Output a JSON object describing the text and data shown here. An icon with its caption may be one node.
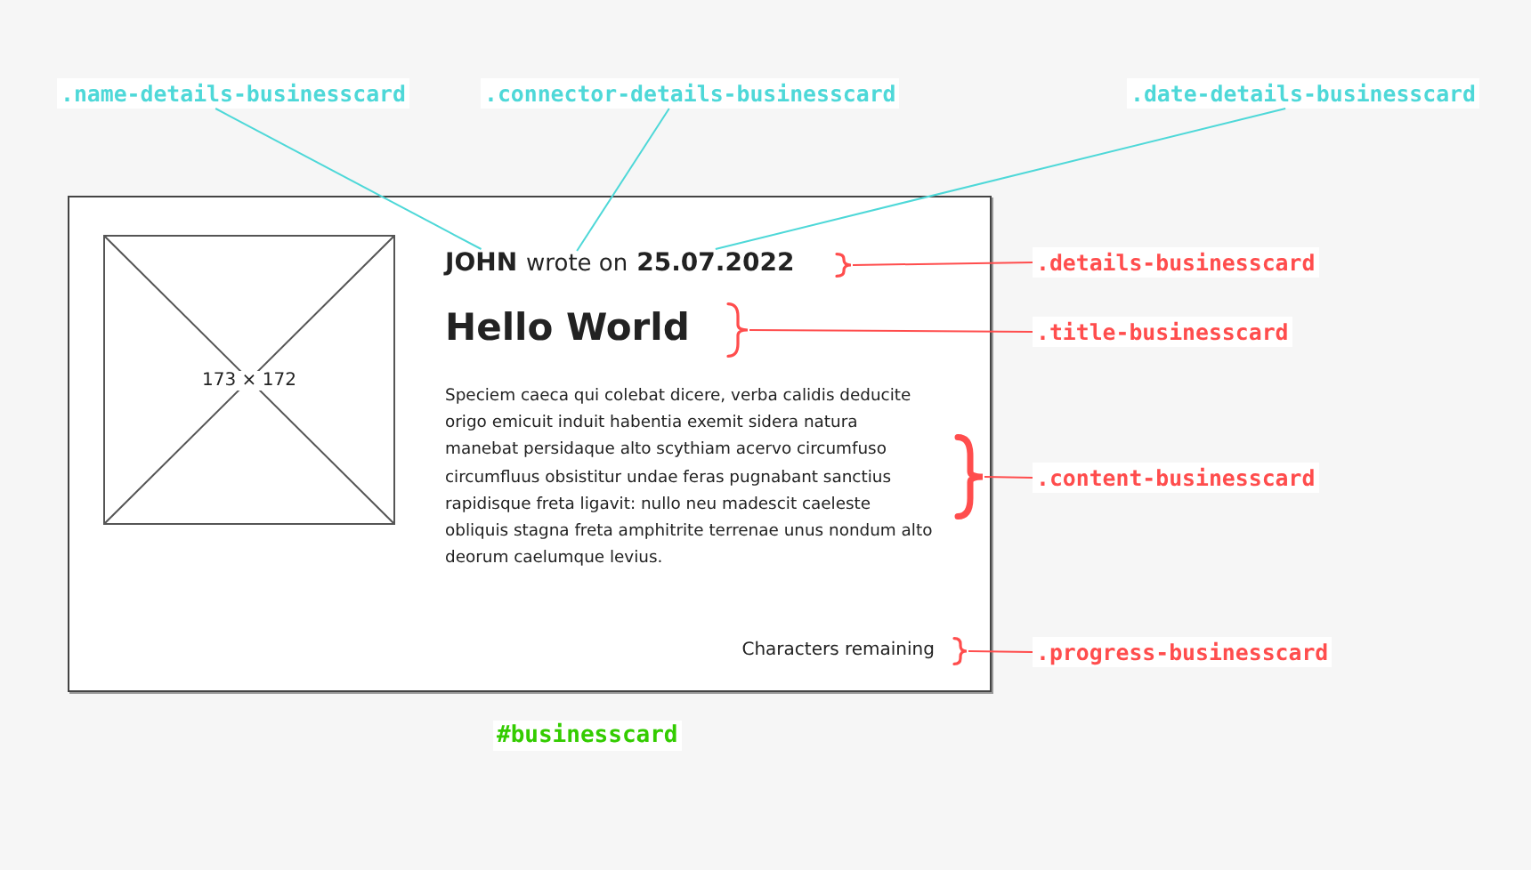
{
  "diagram": {
    "nodes": [
      {
        "text": [
          ".name-details-businesscard"
        ]
      },
      {
        "text": [
          ".connector-details-businesscard"
        ]
      },
      {
        "text": [
          ".date-details-businesscard"
        ]
      },
      {
        "text": [],
        "shape": "box",
        "beside": [
          "#businesscard"
        ]
      },
      {
        "text": [
          "173 × 172"
        ],
        "in": 3
      },
      {
        "text": [
          "JOHN"
        ],
        "in": 3
      },
      {
        "text": [
          "wrote on"
        ],
        "in": 3
      },
      {
        "text": [
          "25.07.2022"
        ],
        "in": 3
      },
      {
        "text": [],
        "shape": "brace",
        "in": 3
      },
      {
        "text": [
          ".details-businesscard"
        ]
      },
      {
        "text": [
          "Hello World"
        ],
        "in": 3
      },
      {
        "text": [],
        "shape": "brace",
        "in": 3
      },
      {
        "text": [
          ".title-businesscard"
        ]
      },
      {
        "text": [
          "Speciem caeca qui colebat dicere, verba calidis deducite origo emicuit induit habentia exemit sidera natura manebat persidaque alto scythiam acervo circumfuso circumfluus obsistitur undae feras pugnabant sanctius rapidisque freta ligavit: nullo neu madescit caeleste obliquis stagna freta amphitrite terrenae unus nondum alto deorum caelumque levius."
        ],
        "in": 3
      },
      {
        "text": [],
        "shape": "brace",
        "in": 3
      },
      {
        "text": [
          ".content-businesscard"
        ]
      },
      {
        "text": [
          "Characters remaining"
        ],
        "in": 3
      },
      {
        "text": [],
        "shape": "brace",
        "in": 3
      },
      {
        "text": [
          ".progress-businesscard"
        ]
      }
    ],
    "edges": [
      {
        "from": 0,
        "to": 5,
        "arrow": "none",
        "color": "#4ed8d8"
      },
      {
        "from": 1,
        "to": 6,
        "arrow": "none",
        "color": "#4ed8d8"
      },
      {
        "from": 2,
        "to": 7,
        "arrow": "none",
        "color": "#4ed8d8"
      },
      {
        "from": 9,
        "to": 8,
        "arrow": "none"
      },
      {
        "from": 12,
        "to": 11,
        "arrow": "none"
      },
      {
        "from": 15,
        "to": 14,
        "arrow": "none"
      },
      {
        "from": 18,
        "to": 17,
        "arrow": "none"
      }
    ]
  }
}
